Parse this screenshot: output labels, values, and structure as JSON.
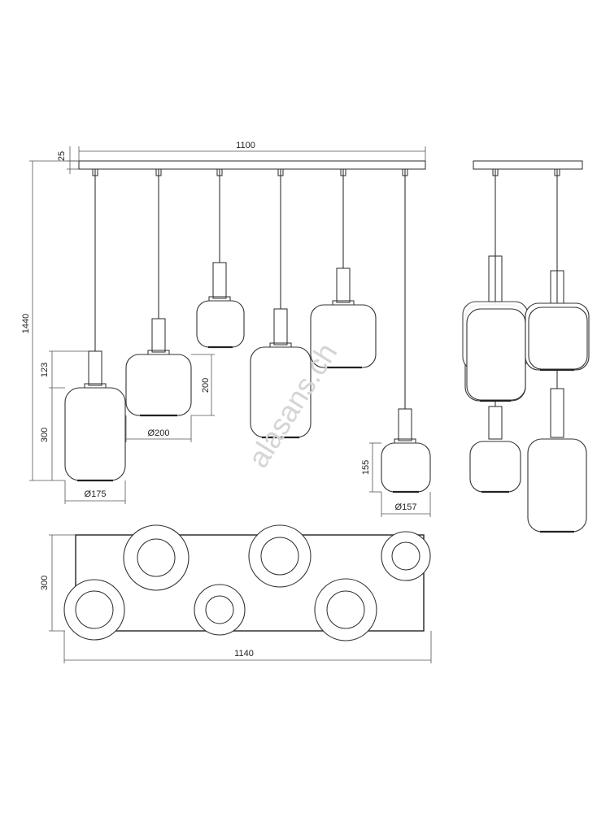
{
  "dimensions": {
    "canopy_length": "1100",
    "canopy_height": "25",
    "total_height": "1440",
    "height_123": "123",
    "height_300": "300",
    "height_200": "200",
    "height_155": "155",
    "dia_175": "Ø175",
    "dia_200": "Ø200",
    "dia_157": "Ø157",
    "plan_depth": "300",
    "plan_width": "1140"
  },
  "watermark": "alasans.ch",
  "colors": {
    "line": "#2a2a2a",
    "background": "#ffffff",
    "watermark": "#d5d5d5"
  }
}
